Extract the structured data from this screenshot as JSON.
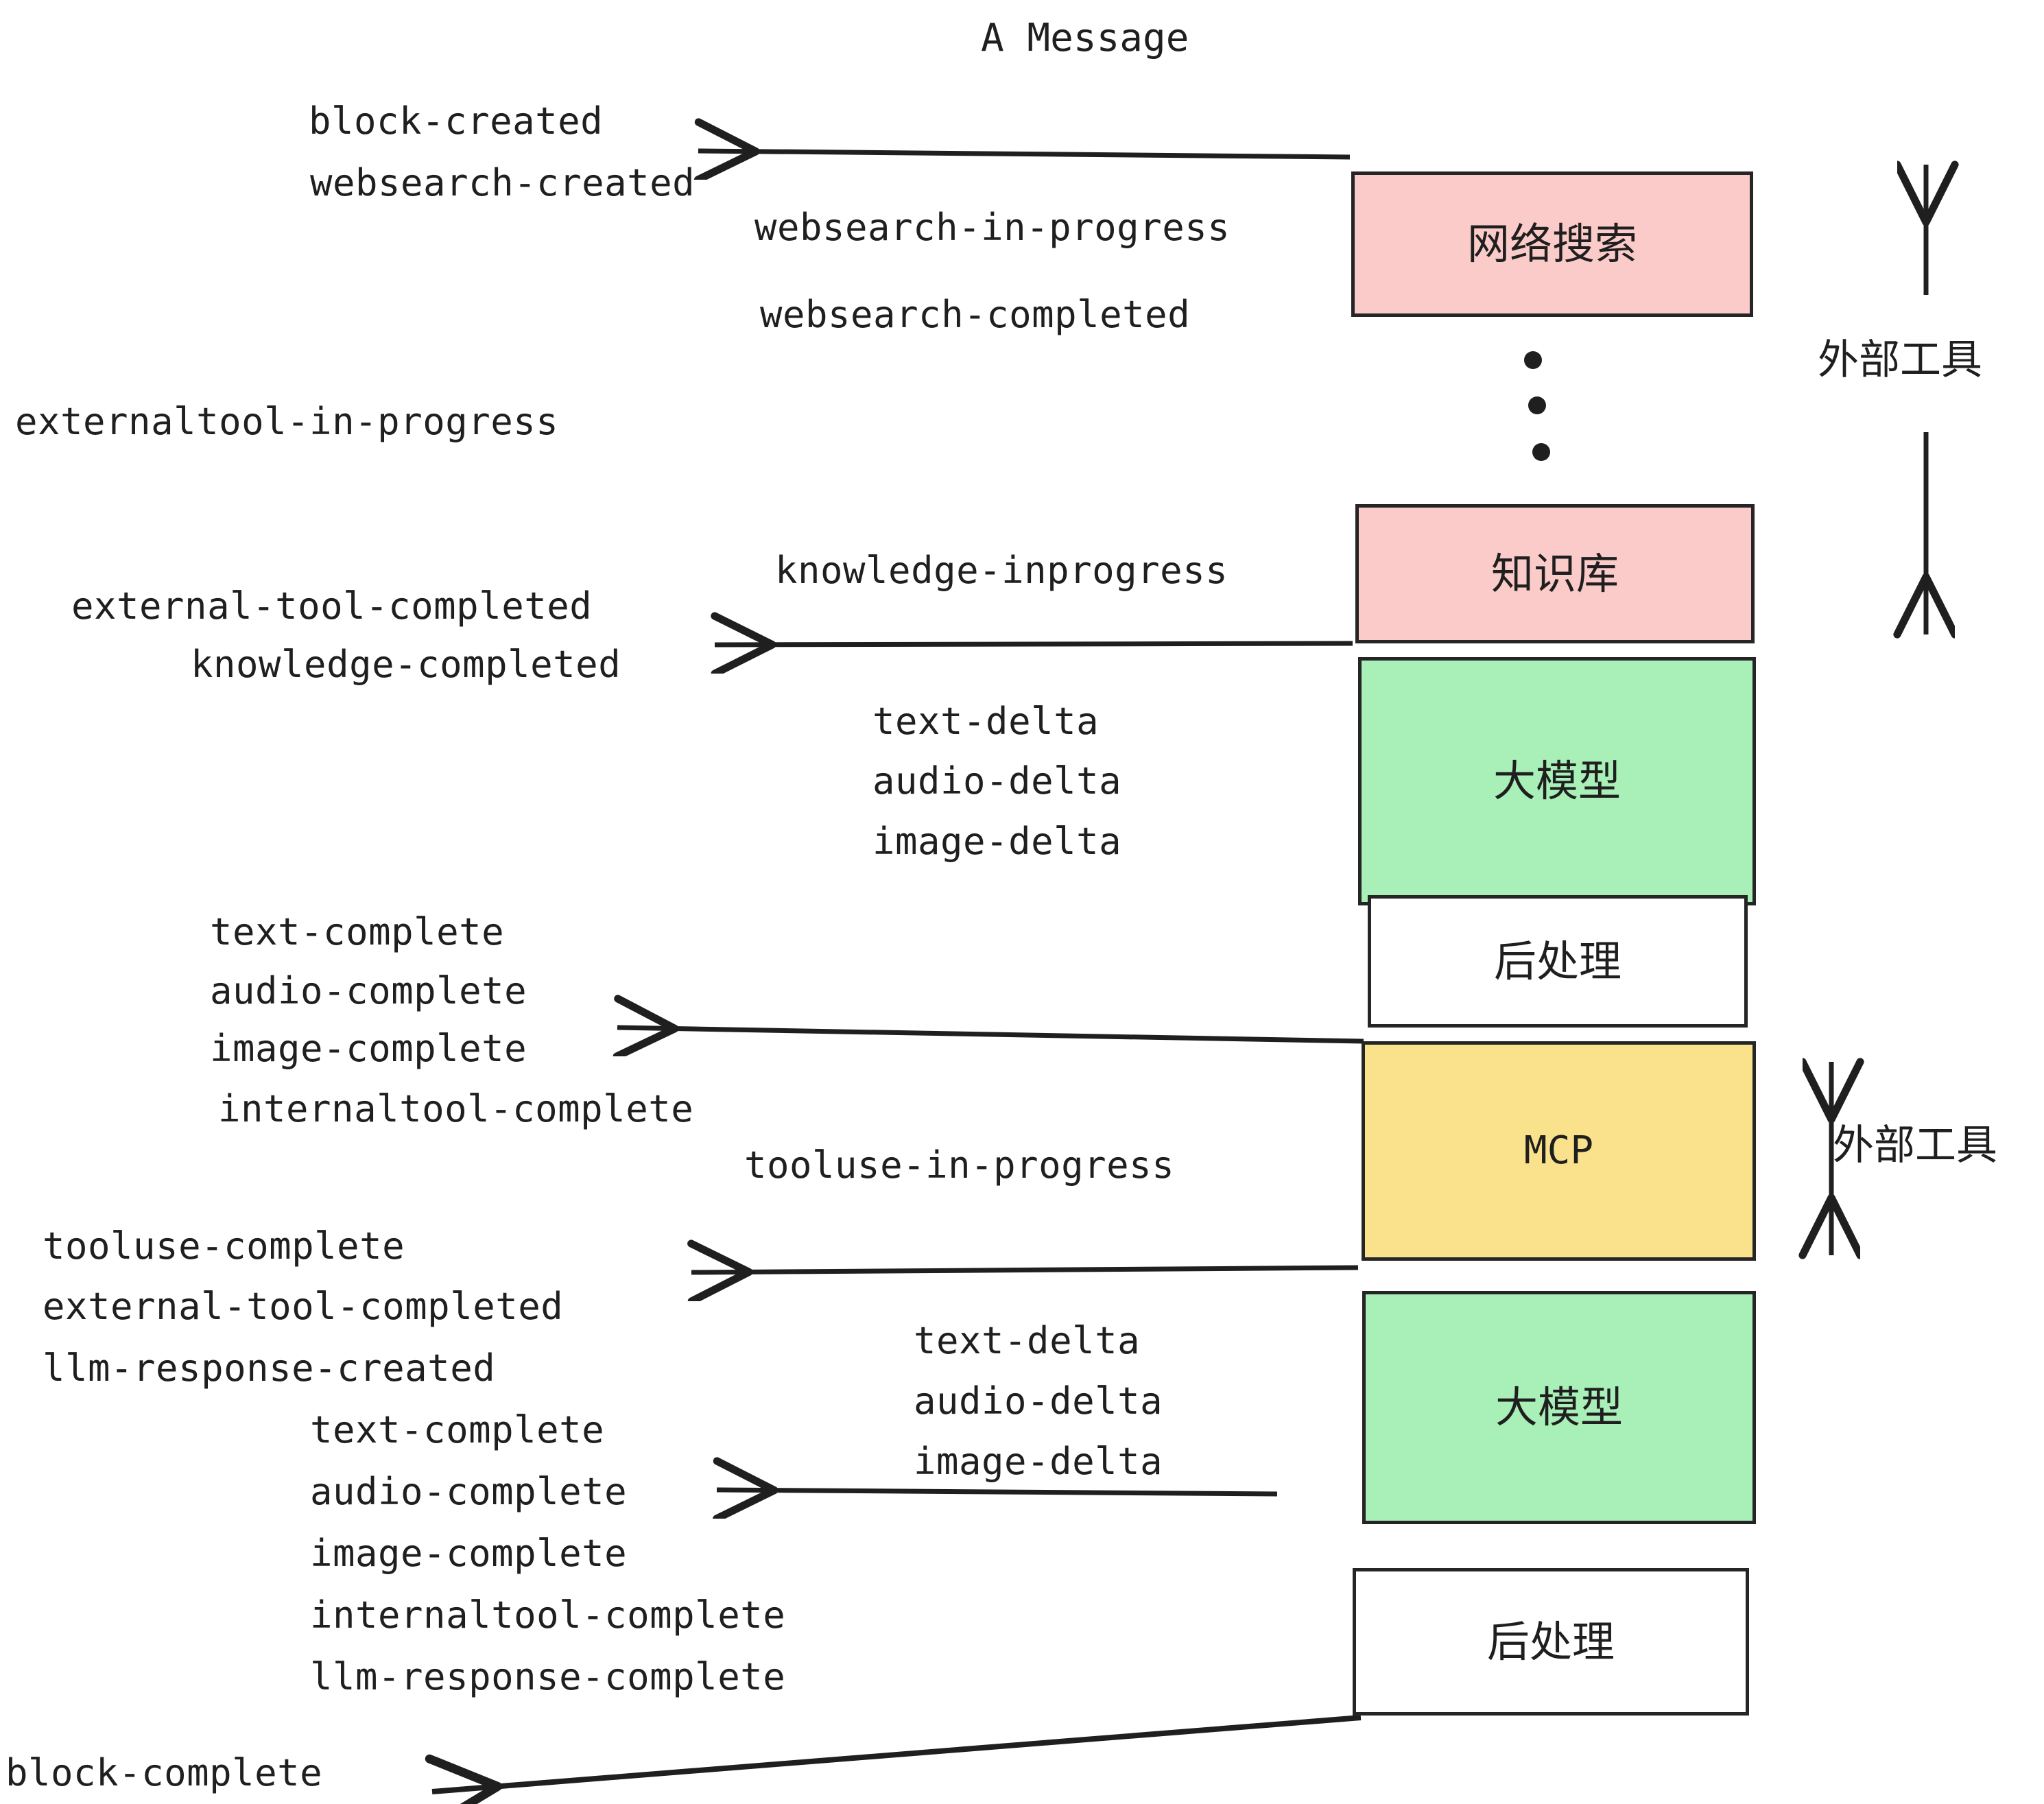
{
  "title": "A Message",
  "colors": {
    "pink": "#FBCBC9",
    "green": "#A8EFB8",
    "yellow": "#FAE28C",
    "white": "#FFFFFF",
    "stroke": "#252525",
    "text": "#1F1F1F"
  },
  "nodes": [
    {
      "id": "websearch",
      "label": "网络搜索",
      "fill": "#FBCBC9"
    },
    {
      "id": "knowledge",
      "label": "知识库",
      "fill": "#FBCBC9"
    },
    {
      "id": "llm-1",
      "label": "大模型",
      "fill": "#A8EFB8"
    },
    {
      "id": "postproc-1",
      "label": "后处理",
      "fill": "#FFFFFF"
    },
    {
      "id": "mcp",
      "label": "MCP",
      "fill": "#FAE28C"
    },
    {
      "id": "llm-2",
      "label": "大模型",
      "fill": "#A8EFB8"
    },
    {
      "id": "postproc-2",
      "label": "后处理",
      "fill": "#FFFFFF"
    }
  ],
  "side_labels": [
    {
      "id": "external-tool-top",
      "text": "外部工具"
    },
    {
      "id": "external-tool-bottom",
      "text": "外部工具"
    }
  ],
  "events": [
    {
      "id": "block-created",
      "text": "block-created"
    },
    {
      "id": "websearch-created",
      "text": "websearch-created"
    },
    {
      "id": "websearch-in-progress",
      "text": "websearch-in-progress"
    },
    {
      "id": "websearch-completed",
      "text": "websearch-completed"
    },
    {
      "id": "externaltool-in-progress",
      "text": "externaltool-in-progress"
    },
    {
      "id": "knowledge-inprogress",
      "text": "knowledge-inprogress"
    },
    {
      "id": "external-tool-completed-1",
      "text": "external-tool-completed"
    },
    {
      "id": "knowledge-completed",
      "text": "knowledge-completed"
    },
    {
      "id": "text-delta-1",
      "text": "text-delta"
    },
    {
      "id": "audio-delta-1",
      "text": "audio-delta"
    },
    {
      "id": "image-delta-1",
      "text": "image-delta"
    },
    {
      "id": "text-complete-1",
      "text": "text-complete"
    },
    {
      "id": "audio-complete-1",
      "text": "audio-complete"
    },
    {
      "id": "image-complete-1",
      "text": "image-complete"
    },
    {
      "id": "internaltool-complete-1",
      "text": "internaltool-complete"
    },
    {
      "id": "tooluse-in-progress",
      "text": "tooluse-in-progress"
    },
    {
      "id": "tooluse-complete",
      "text": "tooluse-complete"
    },
    {
      "id": "external-tool-completed-2",
      "text": "external-tool-completed"
    },
    {
      "id": "llm-response-created",
      "text": "llm-response-created"
    },
    {
      "id": "text-delta-2",
      "text": "text-delta"
    },
    {
      "id": "audio-delta-2",
      "text": "audio-delta"
    },
    {
      "id": "image-delta-2",
      "text": "image-delta"
    },
    {
      "id": "text-complete-2",
      "text": "text-complete"
    },
    {
      "id": "audio-complete-2",
      "text": "audio-complete"
    },
    {
      "id": "image-complete-2",
      "text": "image-complete"
    },
    {
      "id": "internaltool-complete-2",
      "text": "internaltool-complete"
    },
    {
      "id": "llm-response-complete",
      "text": "llm-response-complete"
    },
    {
      "id": "block-complete",
      "text": "block-complete"
    }
  ],
  "ellipsis": {
    "id": "vertical-ellipsis",
    "dots": 3
  }
}
